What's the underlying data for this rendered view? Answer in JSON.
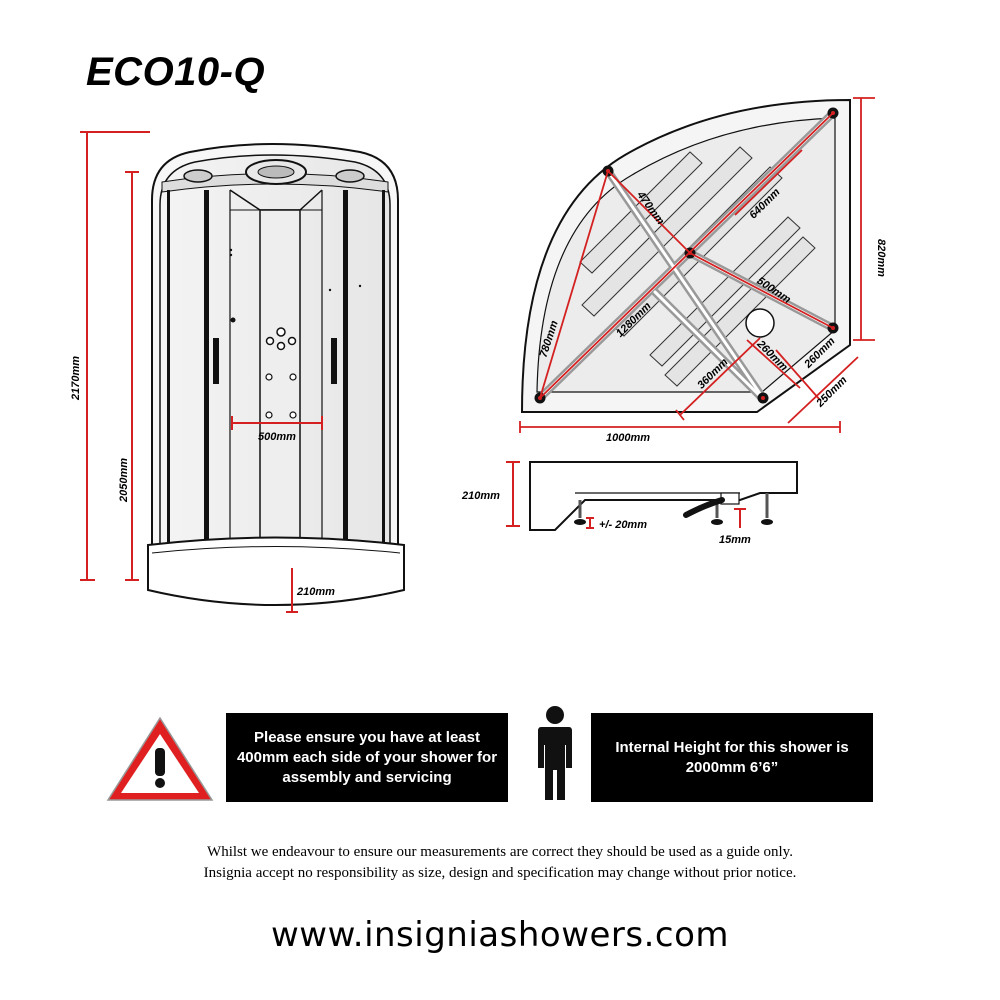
{
  "title": "ECO10-Q",
  "front_view": {
    "height_total": "2170mm",
    "height_enclosure": "2050mm",
    "width_inner": "500mm",
    "tray_height": "210mm"
  },
  "plan_view": {
    "d_470": "470mm",
    "d_640": "640mm",
    "d_820": "820mm",
    "d_500": "500mm",
    "d_780": "780mm",
    "d_1280": "1280mm",
    "d_260a": "260mm",
    "d_260b": "260mm",
    "d_360": "360mm",
    "d_250": "250mm",
    "d_1000": "1000mm"
  },
  "side_view": {
    "height": "210mm",
    "adjust": "+/- 20mm",
    "offset": "15mm"
  },
  "notices": {
    "left": "Please ensure you have at least 400mm each side of your shower for assembly and servicing",
    "right": "Internal Height for this shower is 2000mm 6’6”"
  },
  "disclaimer": {
    "line1": "Whilst we endeavour to ensure our measurements are correct they should be used as a guide only.",
    "line2": "Insignia accept no responsibility as size, design and specification may change without prior notice."
  },
  "website": "www.insigniashowers.com",
  "colors": {
    "dimension_line": "#d42020",
    "warning_red": "#e02020",
    "notice_bg": "#000000"
  },
  "icons": [
    "warning-triangle-icon",
    "person-icon"
  ]
}
